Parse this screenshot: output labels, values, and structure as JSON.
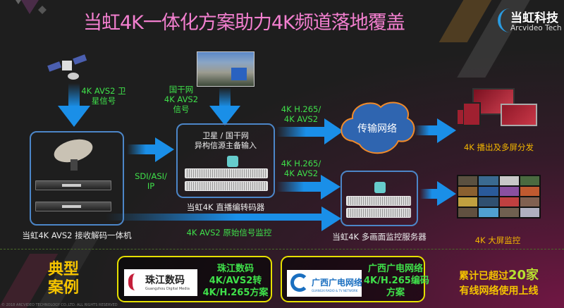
{
  "title": "当虹4K一体化方案助力4K频道落地覆盖",
  "logo": {
    "cn": "当虹科技",
    "en": "Arcvideo Tech"
  },
  "diagram": {
    "satellite_label": [
      "4K AVS2 卫",
      "星信号"
    ],
    "backbone_label": [
      "国干网",
      "4K AVS2",
      "信号"
    ],
    "receiver_caption": "当虹4K AVS2 接收解码一体机",
    "link_label": [
      "SDI/ASI/",
      "IP"
    ],
    "transcoder_inner": [
      "卫星 / 国干网",
      "异构信源主备输入"
    ],
    "transcoder_caption": "当虹4K 直播编转码器",
    "upper_link_label": [
      "4K H.265/",
      "4K AVS2"
    ],
    "lower_link_label": [
      "4K H.265/",
      "4K AVS2"
    ],
    "cloud_label": "传输网络",
    "distribution_caption": "4K 播出及多屏分发",
    "monitor_server_caption": "当虹4K 多画面监控服务器",
    "raw_monitor_label": "4K AVS2 原始信号监控",
    "video_wall_caption": "4K 大屏监控"
  },
  "cases": {
    "heading": [
      "典型",
      "案例"
    ],
    "items": [
      {
        "logo_cn": "珠江数码",
        "logo_en": "Guangzhou Digital Media",
        "text": [
          "珠江数码",
          "4K/AVS2转",
          "4K/H.265方案"
        ]
      },
      {
        "logo_cn": "广西广电网络",
        "logo_en": "GUANGXI RADIO & TV NETWORK",
        "text": [
          "广西广电网络",
          "4K/H.265编码",
          "方案"
        ]
      }
    ],
    "summary_prefix": "累计已超过",
    "summary_count": "20家",
    "summary_line2": "有线网络使用上线"
  },
  "footer": "© 2018 ARCVIDEO TECHNOLOGY CO.,LTD. ALL RIGHTS RESERVED",
  "colors": {
    "title": "#f27fcf",
    "label_green": "#3fe04a",
    "caption_orange": "#f3b600",
    "arrow_blue": "#1a8fe8",
    "box_border": "#4c86c8",
    "case_border": "#e6e000"
  }
}
